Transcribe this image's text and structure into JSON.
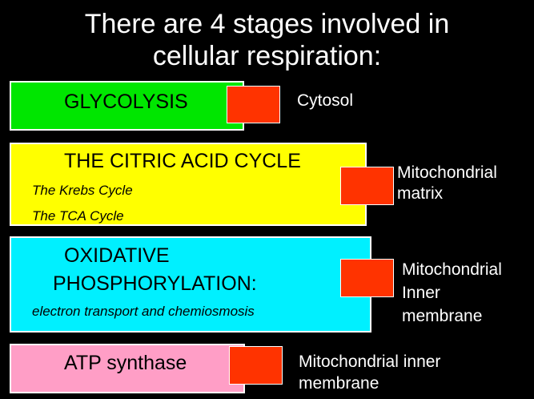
{
  "title": {
    "line1": "There are 4 stages involved in",
    "line2": "cellular respiration:"
  },
  "colors": {
    "background": "#000000",
    "glycolysis": "#00e600",
    "citric": "#ffff00",
    "oxidative": "#00f0ff",
    "atp": "#ff9ec6",
    "marker": "#ff3300"
  },
  "stages": {
    "glycolysis": {
      "heading": "GLYCOLYSIS",
      "location": [
        "Cytosol"
      ]
    },
    "citric": {
      "heading": "THE CITRIC ACID CYCLE",
      "sub": [
        "The Krebs Cycle",
        "The TCA Cycle"
      ],
      "location": [
        "Mitochondrial",
        "matrix"
      ]
    },
    "oxidative": {
      "heading": [
        "OXIDATIVE",
        "PHOSPHORYLATION:"
      ],
      "sub": [
        "electron transport and chemiosmosis"
      ],
      "location": [
        "Mitochondrial",
        "Inner",
        "membrane"
      ]
    },
    "atp": {
      "heading": "ATP synthase",
      "location": [
        "Mitochondrial inner",
        "membrane"
      ]
    }
  }
}
